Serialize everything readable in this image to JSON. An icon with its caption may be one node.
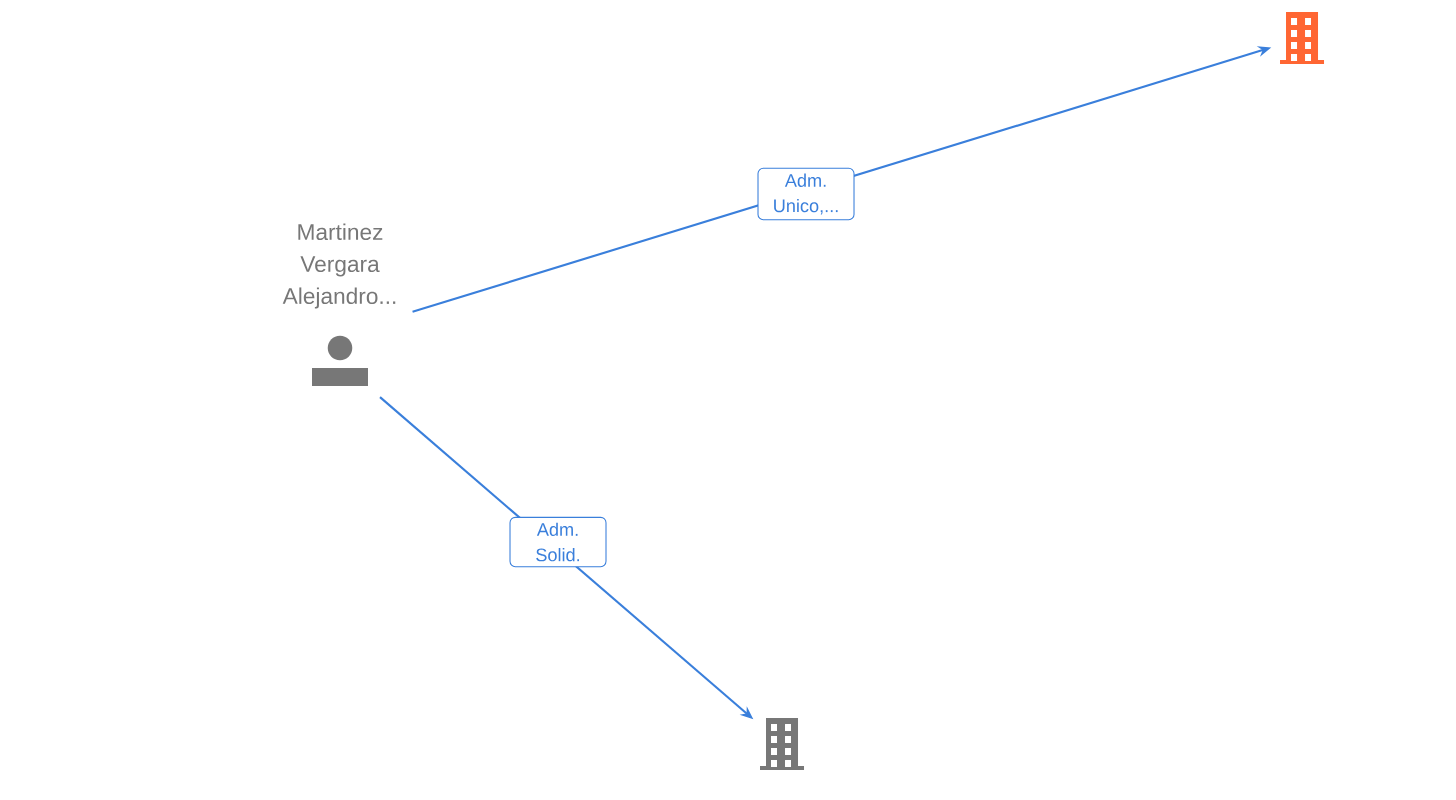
{
  "diagram": {
    "nodes": [
      {
        "text": [
          "Martinez Vergara Alejandro..."
        ]
      },
      {
        "text": [],
        "shape": "building"
      },
      {
        "text": [],
        "shape": "building"
      }
    ],
    "edges": [
      {
        "from": 0,
        "to": 1,
        "arrow": "to",
        "label": "Adm. Unico,..."
      },
      {
        "from": 0,
        "to": 2,
        "arrow": "to",
        "label": "Adm. Solid."
      }
    ]
  }
}
